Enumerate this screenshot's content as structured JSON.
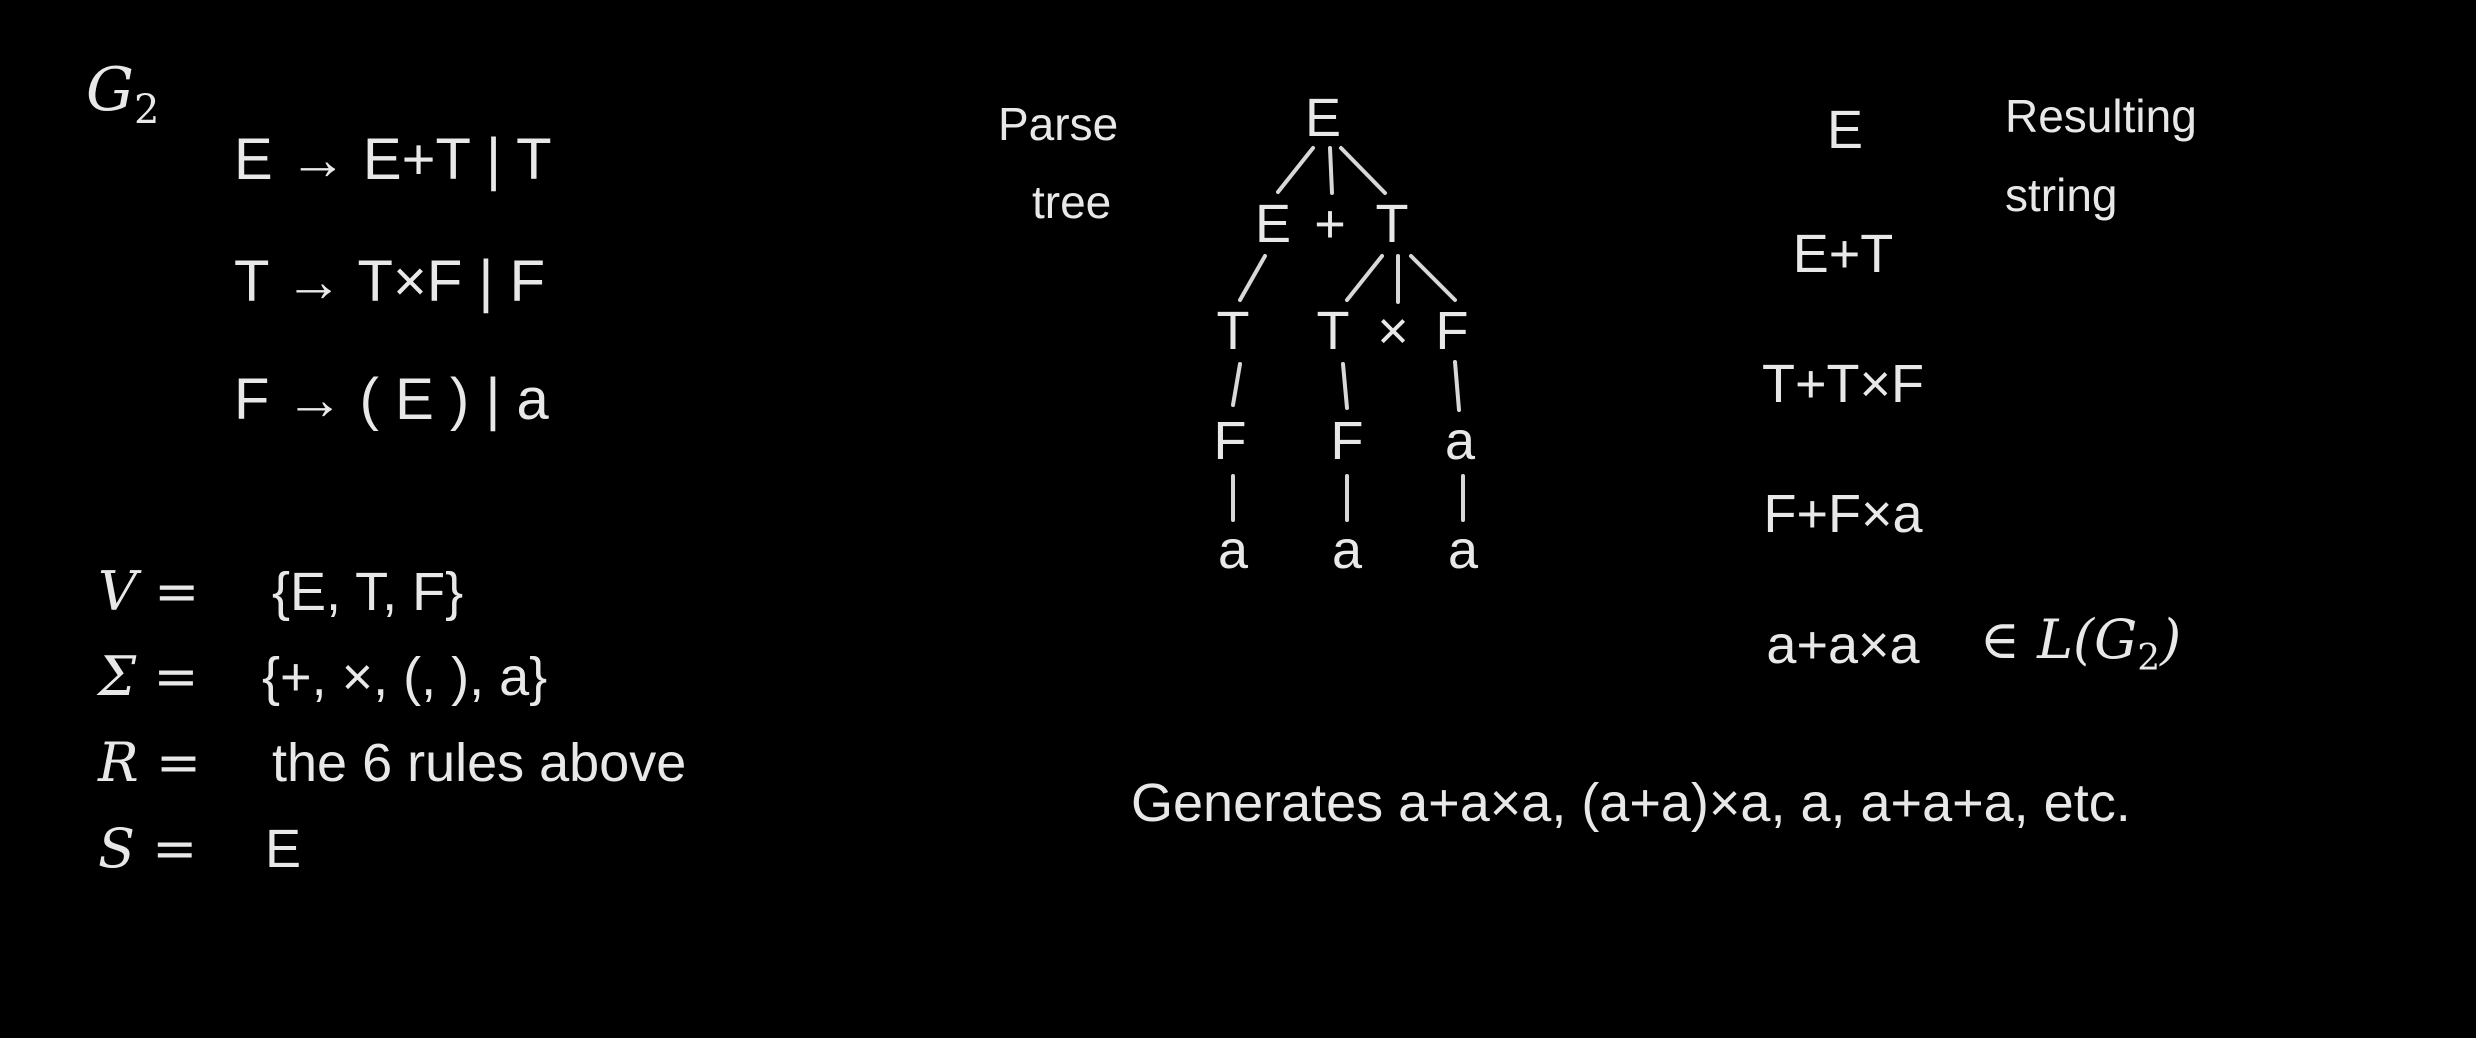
{
  "grammar": {
    "name": "G",
    "name_sub": "2",
    "rules": [
      "E → E+T | T",
      "T → T×F | F",
      "F → ( E ) | a"
    ],
    "definitions": [
      {
        "symbol": "V =",
        "value": "{E, T, F}"
      },
      {
        "symbol": "Σ =",
        "value": "{+, ×, (, ), a}"
      },
      {
        "symbol": "R =",
        "value": "the 6 rules above"
      },
      {
        "symbol": "S =",
        "value": "E"
      }
    ]
  },
  "parse_tree": {
    "label_line1": "Parse",
    "label_line2": "tree",
    "root": "E",
    "level2": [
      "E",
      "+",
      "T"
    ],
    "level3": [
      "T",
      "T",
      "×",
      "F"
    ],
    "level4": [
      "F",
      "F",
      "a"
    ],
    "level5": [
      "a",
      "a",
      "a"
    ]
  },
  "derivation": {
    "label_line1": "Resulting",
    "label_line2": "string",
    "steps": [
      "E",
      "E+T",
      "T+T×F",
      "F+F×a",
      "a+a×a"
    ],
    "membership": "∈ L(G",
    "membership_sub": "2",
    "membership_close": ")"
  },
  "footer": "Generates a+a×a, (a+a)×a, a, a+a+a, etc."
}
